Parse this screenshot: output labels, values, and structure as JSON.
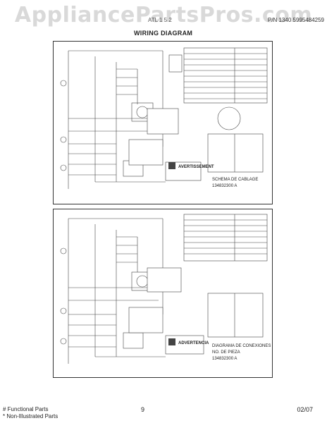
{
  "header": {
    "watermark": "AppliancePartsPros.com",
    "model_fragment": "ATL 1 5 2",
    "part_number": "P/N 1340  5995484259",
    "title": "WIRING DIAGRAM"
  },
  "diagram_top": {
    "schema_title": "SCHEMA DE CABLAGE",
    "schema_number": "134832300 A",
    "warning_label": "AVERTISSEMENT"
  },
  "diagram_bottom": {
    "schema_title": "DIAGRAMA DE CONEXIONES",
    "schema_subtitle": "NO. DE PIEZA",
    "schema_number": "134832300 A",
    "warning_label": "ADVERTENCIA"
  },
  "footer": {
    "functional": "# Functional Parts",
    "non_illustrated": "* Non-Illustrated Parts",
    "page": "9",
    "date": "02/07"
  }
}
